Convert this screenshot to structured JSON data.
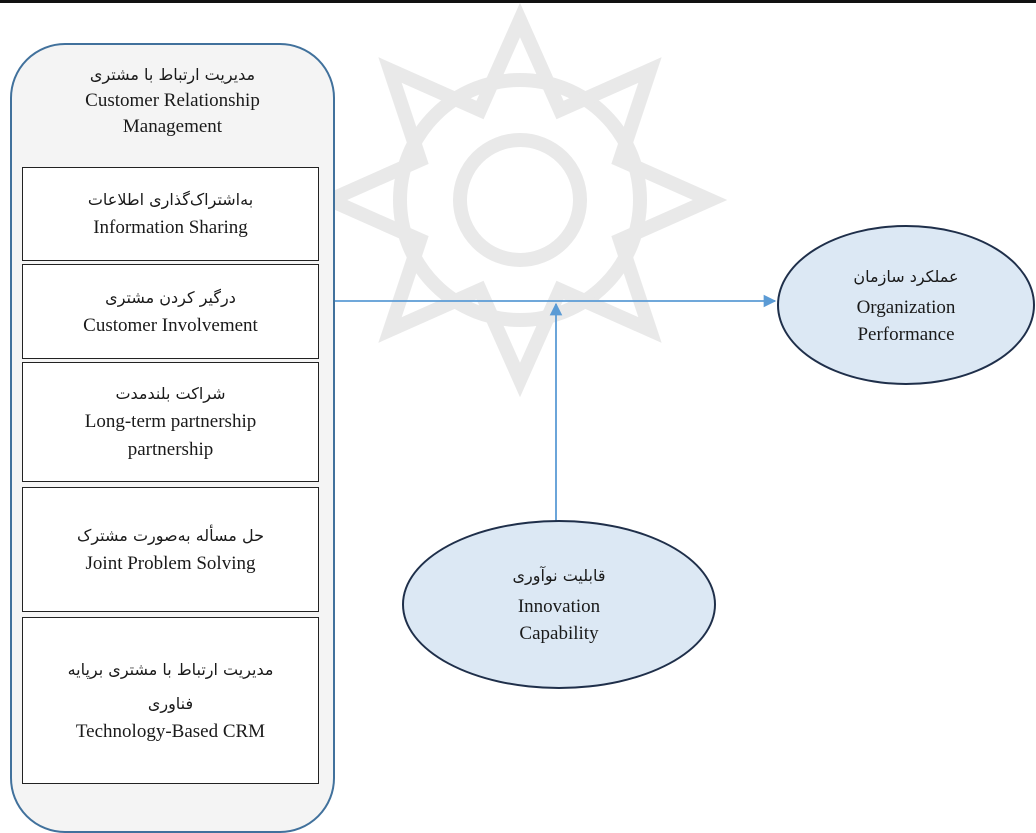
{
  "crm": {
    "title_fa": "مدیریت ارتباط با مشتری",
    "title_en_line1": "Customer Relationship",
    "title_en_line2": "Management"
  },
  "dimensions": [
    {
      "fa": "به‌اشتراک‌گذاری اطلاعات",
      "en": "Information Sharing"
    },
    {
      "fa": "درگیر کردن مشتری",
      "en": "Customer Involvement"
    },
    {
      "fa": "شراکت بلندمدت",
      "en_line1": "Long-term partnership",
      "en_line2": "partnership"
    },
    {
      "fa": "حل مسأله به‌صورت مشترک",
      "en": "Joint Problem Solving"
    },
    {
      "fa_line1": "مدیریت ارتباط با مشتری برپایه",
      "fa_line2": "فناوری",
      "en": "Technology-Based CRM"
    }
  ],
  "performance": {
    "fa": "عملکرد سازمان",
    "en_line1": "Organization",
    "en_line2": "Performance"
  },
  "innovation": {
    "fa": "قابلیت نوآوری",
    "en_line1": "Innovation",
    "en_line2": "Capability"
  },
  "colors": {
    "arrow": "#5b9bd5",
    "ellipse_fill": "#dce8f4",
    "outer_border": "#41719c",
    "watermark": "#ececec"
  }
}
